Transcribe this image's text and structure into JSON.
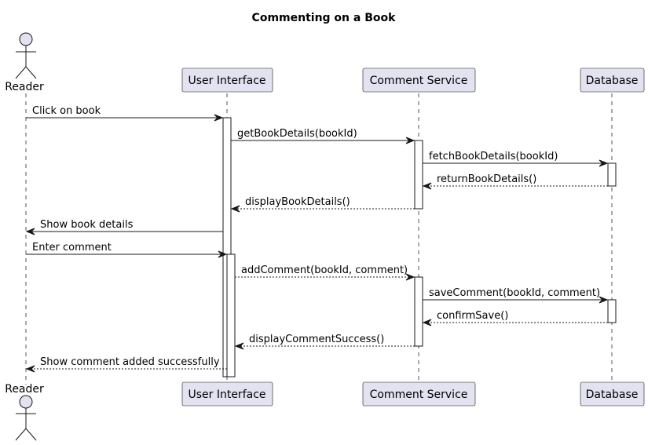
{
  "diagram": {
    "title": "Commenting on a Book",
    "participants": [
      {
        "id": "reader",
        "label": "Reader",
        "kind": "actor"
      },
      {
        "id": "ui",
        "label": "User Interface",
        "kind": "participant"
      },
      {
        "id": "cs",
        "label": "Comment Service",
        "kind": "participant"
      },
      {
        "id": "db",
        "label": "Database",
        "kind": "participant"
      }
    ],
    "messages": [
      {
        "from": "reader",
        "to": "ui",
        "label": "Click on book",
        "style": "solid"
      },
      {
        "from": "ui",
        "to": "cs",
        "label": "getBookDetails(bookId)",
        "style": "solid"
      },
      {
        "from": "cs",
        "to": "db",
        "label": "fetchBookDetails(bookId)",
        "style": "solid"
      },
      {
        "from": "db",
        "to": "cs",
        "label": "returnBookDetails()",
        "style": "dashed"
      },
      {
        "from": "cs",
        "to": "ui",
        "label": "displayBookDetails()",
        "style": "dashed"
      },
      {
        "from": "ui",
        "to": "reader",
        "label": "Show book details",
        "style": "solid"
      },
      {
        "from": "reader",
        "to": "ui",
        "label": "Enter comment",
        "style": "solid"
      },
      {
        "from": "ui",
        "to": "cs",
        "label": "addComment(bookId, comment)",
        "style": "dashed"
      },
      {
        "from": "cs",
        "to": "db",
        "label": "saveComment(bookId, comment)",
        "style": "solid"
      },
      {
        "from": "db",
        "to": "cs",
        "label": "confirmSave()",
        "style": "dashed"
      },
      {
        "from": "cs",
        "to": "ui",
        "label": "displayCommentSuccess()",
        "style": "dashed"
      },
      {
        "from": "ui",
        "to": "reader",
        "label": "Show comment added successfully",
        "style": "dashed"
      }
    ],
    "colors": {
      "participant_fill": "#E2E2F0",
      "stroke": "#181818",
      "lifeline": "#555555",
      "background": "#FFFFFF"
    }
  }
}
